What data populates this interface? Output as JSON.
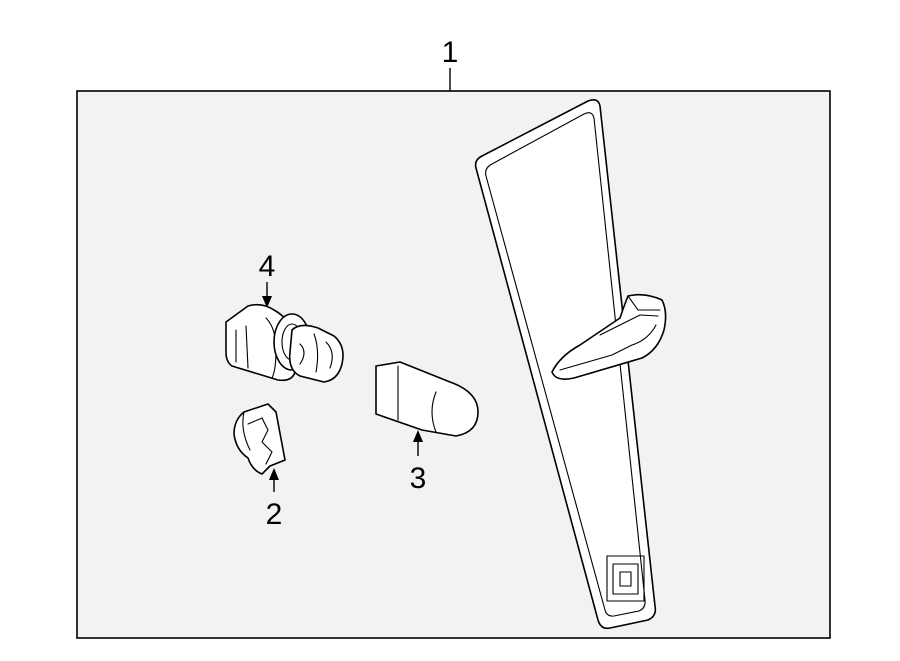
{
  "callouts": {
    "part_1": "1",
    "part_2": "2",
    "part_3": "3",
    "part_4": "4"
  },
  "colors": {
    "panel_background": "#f2f2f2",
    "line": "#000000",
    "part_fill": "#ffffff"
  }
}
